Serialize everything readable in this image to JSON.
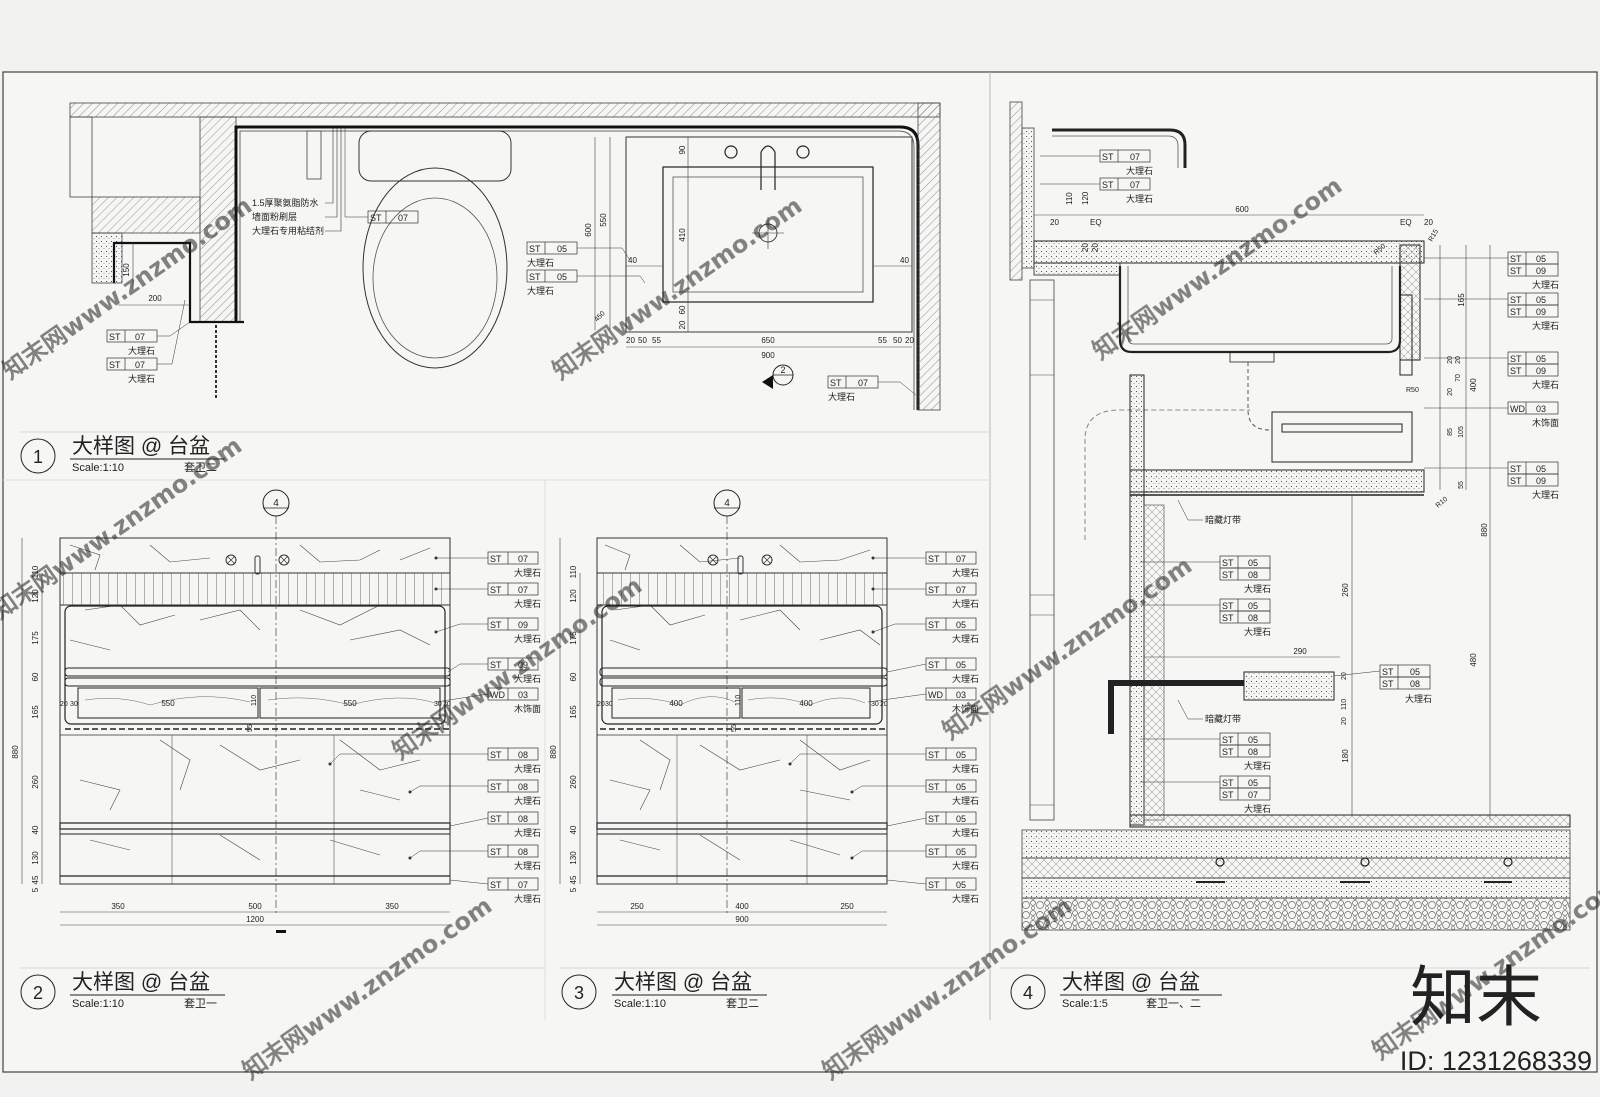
{
  "brand": {
    "logo_text": "知末",
    "id_label": "ID: 1231268339",
    "watermark": "知末网www.znzmo.com"
  },
  "panels": [
    {
      "num": "1",
      "title": "大样图 @ 台盆",
      "scale": "Scale:1:10",
      "room": "套卫二"
    },
    {
      "num": "2",
      "title": "大样图 @ 台盆",
      "scale": "Scale:1:10",
      "room": "套卫一"
    },
    {
      "num": "3",
      "title": "大样图 @ 台盆",
      "scale": "Scale:1:10",
      "room": "套卫二"
    },
    {
      "num": "4",
      "title": "大样图 @ 台盆",
      "scale": "Scale:1:5",
      "room": "套卫一、二"
    }
  ],
  "plan": {
    "notes": [
      "1.5厚聚氨脂防水",
      "墙面粉刷层",
      "大理石专用粘结剂"
    ],
    "dims": {
      "d200": "200",
      "d150": "150",
      "d600": "600",
      "d550": "550",
      "d90": "90",
      "d410": "410",
      "d60": "60",
      "d20": "20",
      "d40": "40",
      "d50": "50",
      "d650": "650",
      "d55": "55",
      "d900": "900",
      "d450": "450"
    },
    "section_marker": "2",
    "tags": [
      {
        "code": "ST",
        "num": "07",
        "mat": "大理石"
      },
      {
        "code": "ST",
        "num": "07",
        "mat": "大理石"
      },
      {
        "code": "ST",
        "num": "07",
        "mat": ""
      },
      {
        "code": "ST",
        "num": "05",
        "mat": "大理石"
      },
      {
        "code": "ST",
        "num": "05",
        "mat": "大理石"
      },
      {
        "code": "ST",
        "num": "07",
        "mat": "大理石"
      }
    ]
  },
  "elev2": {
    "marker": "4",
    "left_dims": [
      "120",
      "110",
      "175",
      "60",
      "165",
      "260",
      "40",
      "130",
      "45",
      "5"
    ],
    "total": "880",
    "drawer_dims": [
      "20",
      "30",
      "550",
      "110",
      "550",
      "30",
      "20"
    ],
    "small_dim": "55",
    "bottom_dims": [
      "350",
      "500",
      "350"
    ],
    "width": "1200",
    "tags": [
      {
        "code": "ST",
        "num": "07",
        "mat": "大理石"
      },
      {
        "code": "ST",
        "num": "07",
        "mat": "大理石"
      },
      {
        "code": "ST",
        "num": "09",
        "mat": "大理石"
      },
      {
        "code": "ST",
        "num": "09",
        "mat": "大理石"
      },
      {
        "code": "WD",
        "num": "03",
        "mat": "木饰面"
      },
      {
        "code": "ST",
        "num": "08",
        "mat": "大理石"
      },
      {
        "code": "ST",
        "num": "08",
        "mat": "大理石"
      },
      {
        "code": "ST",
        "num": "08",
        "mat": "大理石"
      },
      {
        "code": "ST",
        "num": "08",
        "mat": "大理石"
      },
      {
        "code": "ST",
        "num": "07",
        "mat": "大理石"
      }
    ]
  },
  "elev3": {
    "marker": "4",
    "left_dims": [
      "120",
      "110",
      "175",
      "60",
      "165",
      "260",
      "40",
      "130",
      "45",
      "5"
    ],
    "total": "880",
    "drawer_dims": [
      "20",
      "30",
      "400",
      "110",
      "400",
      "30",
      "20"
    ],
    "small_dim": "55",
    "bottom_dims": [
      "250",
      "400",
      "250"
    ],
    "width": "900",
    "tags": [
      {
        "code": "ST",
        "num": "07",
        "mat": "大理石"
      },
      {
        "code": "ST",
        "num": "07",
        "mat": "大理石"
      },
      {
        "code": "ST",
        "num": "05",
        "mat": "大理石"
      },
      {
        "code": "ST",
        "num": "05",
        "mat": "大理石"
      },
      {
        "code": "WD",
        "num": "03",
        "mat": "木饰面"
      },
      {
        "code": "ST",
        "num": "05",
        "mat": "大理石"
      },
      {
        "code": "ST",
        "num": "05",
        "mat": "大理石"
      },
      {
        "code": "ST",
        "num": "05",
        "mat": "大理石"
      },
      {
        "code": "ST",
        "num": "05",
        "mat": "大理石"
      },
      {
        "code": "ST",
        "num": "05",
        "mat": "大理石"
      }
    ]
  },
  "section": {
    "top_dims": [
      "20",
      "110",
      "120",
      "20",
      "EQ",
      "600",
      "EQ",
      "20",
      "20"
    ],
    "r_labels": [
      "R50",
      "R15",
      "R50",
      "R10"
    ],
    "right_dims": [
      "165",
      "400",
      "20",
      "20",
      "70",
      "85",
      "105",
      "20",
      "55",
      "880",
      "480"
    ],
    "inner_dims": [
      "260",
      "290",
      "180",
      "20",
      "110",
      "20"
    ],
    "light_strip": "暗藏灯带",
    "tags": [
      {
        "code": "ST",
        "num": "07",
        "mat": "大理石"
      },
      {
        "code": "ST",
        "num": "07",
        "mat": "大理石"
      },
      {
        "code": "ST",
        "num": "05",
        "num2": "09",
        "mat": "大理石"
      },
      {
        "code": "ST",
        "num": "05",
        "num2": "09",
        "mat": "大理石"
      },
      {
        "code": "ST",
        "num": "05",
        "num2": "09",
        "mat": "大理石"
      },
      {
        "code": "WD",
        "num": "03",
        "mat": "木饰面"
      },
      {
        "code": "ST",
        "num": "05",
        "num2": "09",
        "mat": "大理石"
      },
      {
        "code": "ST",
        "num": "05",
        "num2": "08",
        "mat": "大理石"
      },
      {
        "code": "ST",
        "num": "05",
        "num2": "08",
        "mat": "大理石"
      },
      {
        "code": "ST",
        "num": "05",
        "num2": "08",
        "mat": "大理石"
      },
      {
        "code": "ST",
        "num": "05",
        "num2": "08",
        "mat": "大理石"
      },
      {
        "code": "ST",
        "num": "05",
        "num2": "07",
        "mat": "大理石"
      }
    ]
  }
}
